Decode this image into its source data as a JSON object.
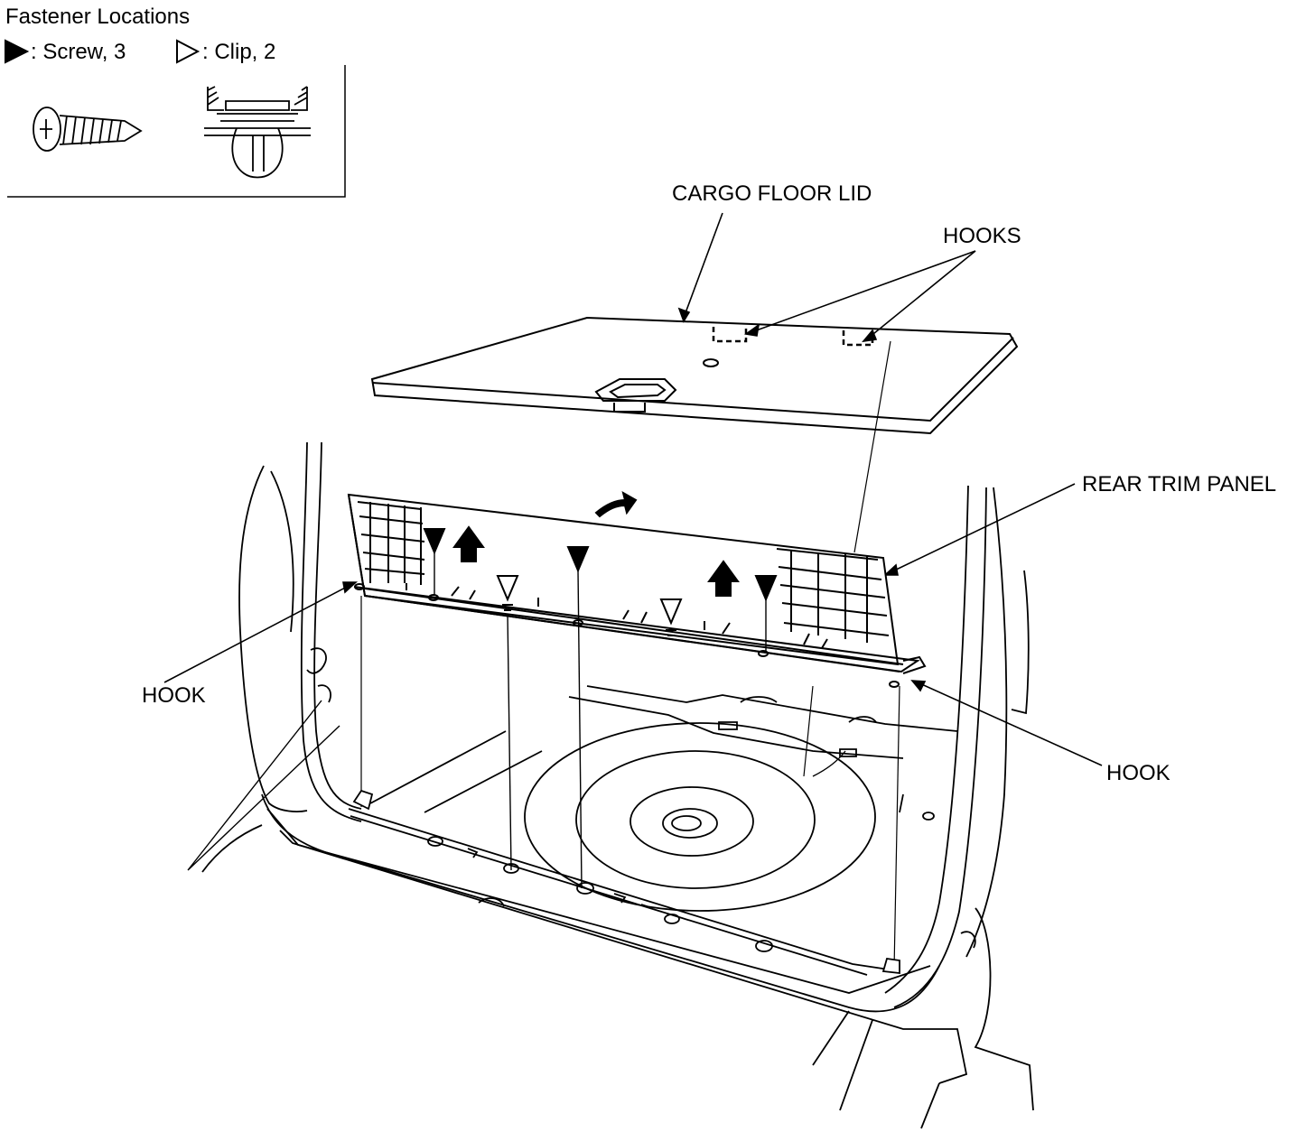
{
  "legend": {
    "title": "Fastener Locations",
    "screw_label": ": Screw, 3",
    "clip_label": ": Clip, 2"
  },
  "callouts": {
    "cargo_floor_lid": "CARGO FLOOR LID",
    "hooks": "HOOKS",
    "rear_trim_panel": "REAR TRIM PANEL",
    "hook_left": "HOOK",
    "hook_right": "HOOK"
  },
  "icons": {
    "screw_marker": "filled-triangle-icon",
    "clip_marker": "outline-triangle-icon",
    "removal_direction": "arrow-up-icon"
  },
  "colors": {
    "line": "#000000",
    "background": "#ffffff"
  }
}
